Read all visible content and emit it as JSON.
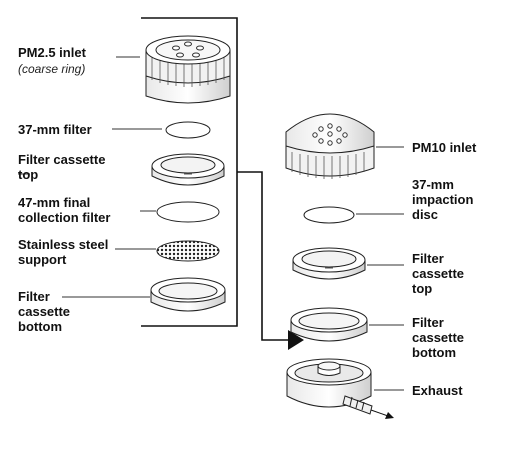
{
  "left_stack": {
    "title": "PM2.5 inlet",
    "subtitle": "(coarse ring)",
    "items": [
      {
        "line1": "37-mm filter"
      },
      {
        "line1": "Filter cassette",
        "line2": "top"
      },
      {
        "line1": "47-mm final",
        "line2": "collection filter"
      },
      {
        "line1": "Stainless steel",
        "line2": "support"
      },
      {
        "line1": "Filter",
        "line2": "cassette",
        "line3": "bottom"
      }
    ]
  },
  "right_stack": {
    "items": [
      {
        "line1": "PM10 inlet"
      },
      {
        "line1": "37-mm",
        "line2": "impaction",
        "line3": "disc"
      },
      {
        "line1": "Filter",
        "line2": "cassette",
        "line3": "top"
      },
      {
        "line1": "Filter",
        "line2": "cassette",
        "line3": "bottom"
      },
      {
        "line1": "Exhaust"
      }
    ]
  }
}
